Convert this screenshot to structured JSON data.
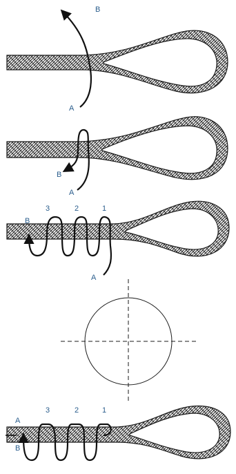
{
  "colors": {
    "rope_fill": "#f2f2f2",
    "rope_stroke": "#1a1a1a",
    "braid": "#2b2b2b",
    "wire": "#111111",
    "label": "#2a5d8c"
  },
  "panels": [
    {
      "labels": [
        "B",
        "A"
      ]
    },
    {
      "labels": [
        "B",
        "A"
      ]
    },
    {
      "labels": [
        "3",
        "2",
        "1",
        "B",
        "A"
      ]
    },
    {
      "labels": []
    },
    {
      "labels": [
        "3",
        "2",
        "1",
        "A",
        "B"
      ]
    }
  ]
}
